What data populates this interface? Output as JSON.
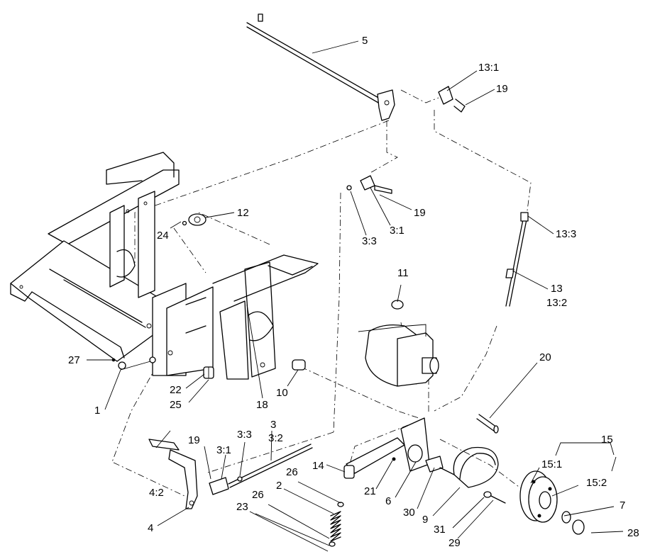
{
  "callouts": [
    {
      "id": "c5",
      "text": "5"
    },
    {
      "id": "c13_1",
      "text": "13:1"
    },
    {
      "id": "c19a",
      "text": "19"
    },
    {
      "id": "c12",
      "text": "12"
    },
    {
      "id": "c24",
      "text": "24"
    },
    {
      "id": "c19b",
      "text": "19"
    },
    {
      "id": "c3_1a",
      "text": "3:1"
    },
    {
      "id": "c3_3a",
      "text": "3:3"
    },
    {
      "id": "c13_3",
      "text": "13:3"
    },
    {
      "id": "c11",
      "text": "11"
    },
    {
      "id": "c13",
      "text": "13"
    },
    {
      "id": "c13_2",
      "text": "13:2"
    },
    {
      "id": "c27",
      "text": "27"
    },
    {
      "id": "c1",
      "text": "1"
    },
    {
      "id": "c22",
      "text": "22"
    },
    {
      "id": "c25",
      "text": "25"
    },
    {
      "id": "c18",
      "text": "18"
    },
    {
      "id": "c10",
      "text": "10"
    },
    {
      "id": "c20",
      "text": "20"
    },
    {
      "id": "c15",
      "text": "15"
    },
    {
      "id": "c15_1",
      "text": "15:1"
    },
    {
      "id": "c15_2",
      "text": "15:2"
    },
    {
      "id": "c19c",
      "text": "19"
    },
    {
      "id": "c3_1b",
      "text": "3:1"
    },
    {
      "id": "c3_3b",
      "text": "3:3"
    },
    {
      "id": "c3",
      "text": "3"
    },
    {
      "id": "c3_2",
      "text": "3:2"
    },
    {
      "id": "c14",
      "text": "14"
    },
    {
      "id": "c26a",
      "text": "26"
    },
    {
      "id": "c2",
      "text": "2"
    },
    {
      "id": "c26b",
      "text": "26"
    },
    {
      "id": "c23",
      "text": "23"
    },
    {
      "id": "c21",
      "text": "21"
    },
    {
      "id": "c6",
      "text": "6"
    },
    {
      "id": "c30",
      "text": "30"
    },
    {
      "id": "c9",
      "text": "9"
    },
    {
      "id": "c31",
      "text": "31"
    },
    {
      "id": "c29",
      "text": "29"
    },
    {
      "id": "c7",
      "text": "7"
    },
    {
      "id": "c28",
      "text": "28"
    },
    {
      "id": "c4_2",
      "text": "4:2"
    },
    {
      "id": "c4",
      "text": "4"
    }
  ]
}
